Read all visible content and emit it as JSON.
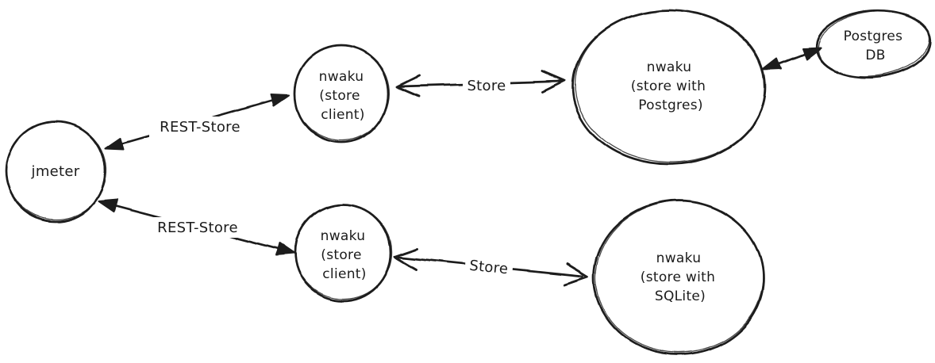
{
  "diagram": {
    "background_color": "#ffffff",
    "ink_color": "#1b1b1b",
    "nodes": {
      "jmeter": {
        "label": "jmeter"
      },
      "store_client_top": {
        "line1": "nwaku",
        "line2": "(store",
        "line3": "client)"
      },
      "store_with_postgres": {
        "line1": "nwaku",
        "line2": "(store with",
        "line3": "Postgres)"
      },
      "postgres_db": {
        "line1": "Postgres",
        "line2": "DB"
      },
      "store_client_bottom": {
        "line1": "nwaku",
        "line2": "(store",
        "line3": "client)"
      },
      "store_with_sqlite": {
        "line1": "nwaku",
        "line2": "(store with",
        "line3": "SQLite)"
      }
    },
    "edges": {
      "rest_store_top": {
        "label": "REST-Store",
        "arrow_style": "double-headed filled"
      },
      "store_top": {
        "label": "Store",
        "arrow_style": "double-headed open chevron"
      },
      "postgres_link": {
        "arrow_style": "double-headed filled"
      },
      "rest_store_bottom": {
        "label": "REST-Store",
        "arrow_style": "double-headed filled"
      },
      "store_bottom": {
        "label": "Store",
        "arrow_style": "double-headed open chevron"
      }
    }
  }
}
